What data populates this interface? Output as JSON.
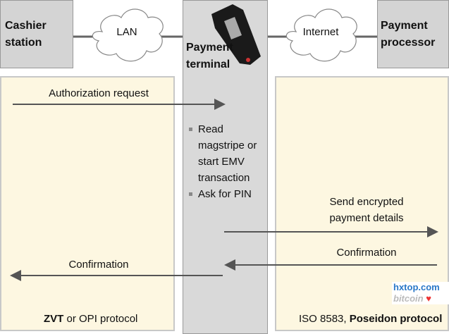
{
  "nodes": {
    "cashier": "Cashier station",
    "lan": "LAN",
    "terminal": "Payment terminal",
    "internet": "Internet",
    "processor": "Payment processor"
  },
  "messages": {
    "auth_request": "Authorization request",
    "confirmation_left": "Confirmation",
    "send_encrypted": "Send encrypted payment details",
    "confirmation_right": "Confirmation"
  },
  "terminal_steps": [
    "Read magstripe or start EMV transaction",
    "Ask for PIN"
  ],
  "protocols": {
    "left_bold": "ZVT",
    "left_rest": " or OPI protocol",
    "right_pre": "ISO 8583, ",
    "right_bold": "Poseidon protocol"
  },
  "watermark": "hxtop.com bitcoin",
  "colors": {
    "box": "#d4d4d4",
    "panel": "#fdf7e1",
    "arrow": "#555555"
  }
}
